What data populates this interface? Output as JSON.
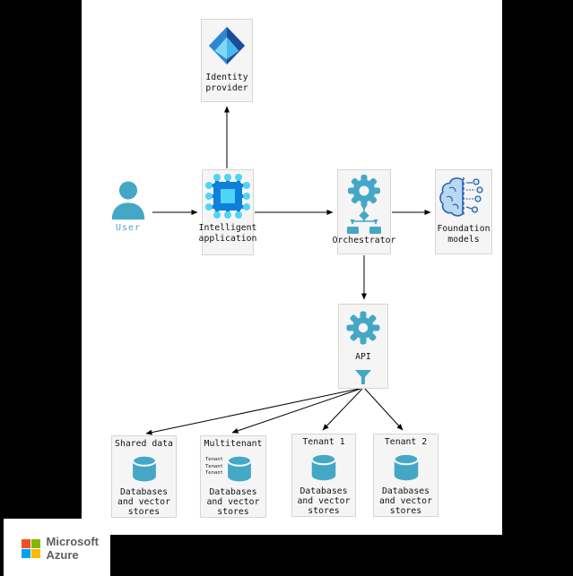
{
  "canvas": {
    "background": "#000000",
    "surface": "#ffffff"
  },
  "palette": {
    "teal": "#45a7c6",
    "user_label": "#55a6c8",
    "node_fill": "#f5f5f5",
    "node_border": "#d6d6d6",
    "arrow": "#000000",
    "chip_blue": "#0f80d7",
    "chip_cyan": "#4fd4f5",
    "entra_dark": "#1b4c9b",
    "entra_mid": "#2f86d3",
    "entra_light": "#7fd9f4",
    "entra_cyan": "#49b8ea",
    "brain_outline": "#2a66ad",
    "brain_fill": "#b9d8f2",
    "ms_red": "#f25022",
    "ms_green": "#7fba00",
    "ms_blue": "#00a4ef",
    "ms_yellow": "#ffb900",
    "logo_text": "#5e5e5e"
  },
  "icons": {
    "user": "user-icon",
    "identity": "identity-provider-diamond-icon",
    "intelligent": "chip-icon",
    "orchestrator": "gear-flowchart-icon",
    "foundation": "brain-circuit-icon",
    "api_gear": "gear-icon",
    "api_filter": "funnel-icon",
    "database": "database-cylinder-icon",
    "logo": "microsoft-four-squares-icon"
  },
  "nodes": {
    "user": {
      "label": "User"
    },
    "identity": {
      "label": "Identity\nprovider"
    },
    "intelligent": {
      "label": "Intelligent\napplication"
    },
    "orchestrator": {
      "label": "Orchestrator"
    },
    "foundation": {
      "label": "Foundation\nmodels"
    },
    "api": {
      "label": "API"
    },
    "shared": {
      "title": "Shared data",
      "desc": "Databases\nand vector\nstores"
    },
    "multitenant": {
      "title": "Multitenant",
      "tenants": [
        "Tenant",
        "Tenant",
        "Tenant"
      ],
      "desc": "Databases\nand vector\nstores"
    },
    "tenant1": {
      "title": "Tenant 1",
      "desc": "Databases\nand vector\nstores"
    },
    "tenant2": {
      "title": "Tenant 2",
      "desc": "Databases\nand vector\nstores"
    }
  },
  "logo": {
    "company": "Microsoft",
    "product": "Azure"
  }
}
